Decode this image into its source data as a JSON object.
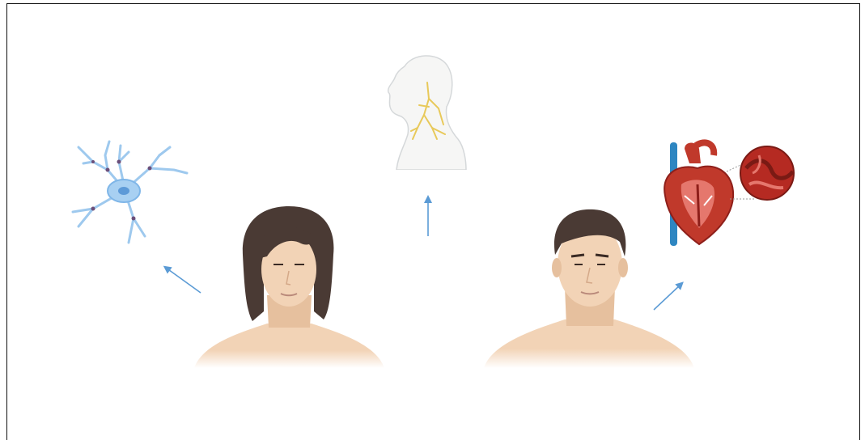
{
  "diagram": {
    "figures": [
      {
        "name": "woman-bust",
        "description_icon": "female-head-shoulders-icon"
      },
      {
        "name": "man-bust",
        "description_icon": "male-head-shoulders-icon"
      }
    ],
    "targets": [
      {
        "name": "neuron",
        "icon": "neuron-icon"
      },
      {
        "name": "neck-nerves",
        "icon": "head-neck-nerves-icon"
      },
      {
        "name": "heart",
        "icon": "heart-cross-section-icon"
      }
    ],
    "colors": {
      "arrow": "#5b9bd5",
      "neuron": "#9ec9ee",
      "neuron_body": "#7fb6e8",
      "neuron_joint": "#6b4f7a",
      "skin": "#f2d3b6",
      "skin_shadow": "#e6c09e",
      "hair": "#4a3a34",
      "heart": "#c0392b",
      "heart_dark": "#8e1f1a",
      "vein": "#2e86c1",
      "nerve": "#e8c95a",
      "outline": "#cfd3d6"
    }
  }
}
